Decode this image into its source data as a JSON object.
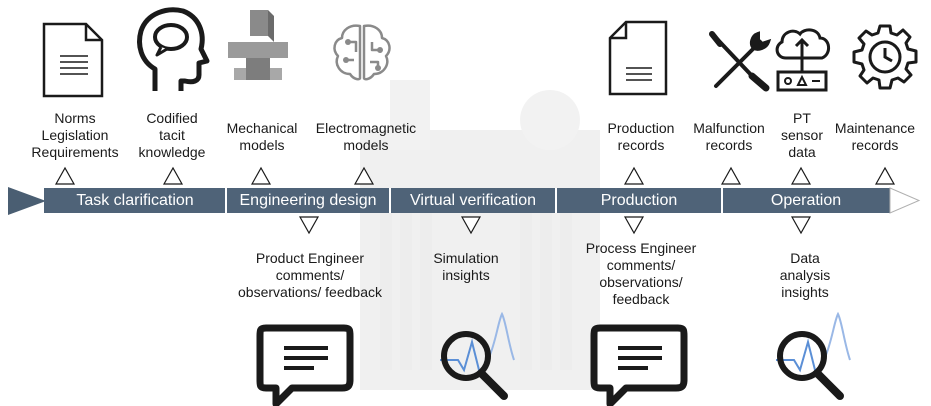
{
  "timeline": {
    "stages": [
      {
        "label": "Task clarification"
      },
      {
        "label": "Engineering design"
      },
      {
        "label": "Virtual verification"
      },
      {
        "label": "Production"
      },
      {
        "label": "Operation"
      }
    ]
  },
  "top_sources": [
    {
      "label": "Norms\nLegislation\nRequirements",
      "icon": "document-icon"
    },
    {
      "label": "Codified\ntacit\nknowledge",
      "icon": "head-speech-icon"
    },
    {
      "label": "Mechanical\nmodels",
      "icon": "cad-blocks-icon"
    },
    {
      "label": "Electromagnetic\nmodels",
      "icon": "circuit-brain-icon"
    },
    {
      "label": "Production\nrecords",
      "icon": "document-icon"
    },
    {
      "label": "Malfunction\nrecords",
      "icon": "tools-icon"
    },
    {
      "label": "PT\nsensor\ndata",
      "icon": "cloud-sensor-icon"
    },
    {
      "label": "Maintenance\nrecords",
      "icon": "gear-clock-icon"
    }
  ],
  "bottom_outputs": [
    {
      "label": "Product Engineer\ncomments/\nobservations/ feedback",
      "icon": "speech-bubble-icon"
    },
    {
      "label": "Simulation\ninsights",
      "icon": "magnifier-chart-icon"
    },
    {
      "label": "Process Engineer\ncomments/\nobservations/\nfeedback",
      "icon": "speech-bubble-icon"
    },
    {
      "label": "Data\nanalysis\ninsights",
      "icon": "magnifier-chart-icon"
    }
  ],
  "colors": {
    "timeline_bar": "#4f6378",
    "arrow_head": "#4a5e72",
    "outline": "#1a1a1a",
    "chart_line": "#5b8fd6"
  }
}
